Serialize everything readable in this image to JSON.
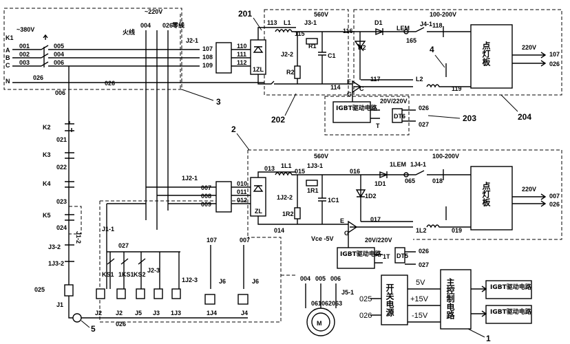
{
  "ac_source": {
    "three_phase": "~380V",
    "single_phase": "~220V",
    "live": "火线",
    "neutral": "零线",
    "live_no": "004",
    "neutral_no": "026",
    "breaker": "K1",
    "phases": [
      "A",
      "B",
      "C",
      "N"
    ],
    "phase_in": [
      "001",
      "002",
      "003"
    ],
    "phase_out": [
      "005",
      "004",
      "006"
    ],
    "neutral_wire": "026",
    "bus_label": "026",
    "down_wire": "006"
  },
  "unit1": {
    "contactor": "J2-1",
    "contactor_wires": [
      "107",
      "108",
      "109"
    ],
    "rect_in": [
      "110",
      "111",
      "112"
    ],
    "rectifier": "1ZL",
    "dc_voltage": "560V",
    "dc_top": "113",
    "inductor": "L1",
    "wire115": "115",
    "relay": "J3-1",
    "resistor1": "R1",
    "contact": "J2-2",
    "resistor2": "R2",
    "cap": "C1",
    "dc_wire": "116",
    "diode1": "D1",
    "lem": "LEM",
    "diode2": "D2",
    "lem_wire": "165",
    "relay4": "J4-1",
    "wire118": "118",
    "output_range": "100-200V",
    "lamp_board": "点灯板",
    "lamp_out": "220V",
    "lamp_wires": [
      "107",
      "026"
    ],
    "wire114": "114",
    "wire117": "117",
    "inductor2": "L2",
    "wire119": "119",
    "gate": "G",
    "emitter": "E",
    "collector": "C",
    "igbt_drive": "IGBT驱动电路",
    "xfmr": "20V/220V",
    "xfmr_t": "T",
    "dt": "DT6",
    "drive_wires": [
      "026",
      "027"
    ]
  },
  "unit2": {
    "contactor": "1J2-1",
    "contactor_wires": [
      "007",
      "008",
      "009"
    ],
    "rect_in": [
      "010",
      "011",
      "012"
    ],
    "rectifier": "ZL",
    "dc_voltage": "560V",
    "dc_top": "013",
    "inductor": "1L1",
    "wire015": "015",
    "relay": "1J3-1",
    "resistor1": "1R1",
    "contact": "1J2-2",
    "resistor2": "1R2",
    "cap": "1C1",
    "dc_wire": "016",
    "diode1": "1D1",
    "lem": "1LEM",
    "diode2": "1D2",
    "lem_wire": "065",
    "relay4": "1J4-1",
    "wire018": "018",
    "output_range": "100-200V",
    "lamp_board": "点灯板",
    "lamp_out": "220V",
    "lamp_wires": [
      "007",
      "026"
    ],
    "wire014": "014",
    "wire017": "017",
    "inductor2": "1L2",
    "wire019": "019",
    "gate": "G",
    "emitter": "E",
    "vce": "Vce -5V",
    "igbt_drive": "IGBT驱动电路",
    "xfmr": "20V/220V",
    "xfmr_t": "1T",
    "dt": "DT5",
    "drive_wires": [
      "026",
      "027"
    ]
  },
  "callouts": {
    "c201": "201",
    "c202": "202",
    "c203": "203",
    "c204": "204",
    "c2": "2",
    "c3": "3",
    "c4": "4",
    "c5": "5",
    "c1": "1"
  },
  "control": {
    "k2": "K2",
    "k3": "K3",
    "k4": "K4",
    "k5": "K5",
    "w021": "021",
    "w022": "022",
    "w023": "023",
    "w024": "024",
    "w025": "025",
    "j12": "J1-2",
    "j11": "J1-1",
    "w027": "027",
    "j32": "J3-2",
    "j132": "1J3-2",
    "ks": [
      "KS1",
      "1KS1",
      "KS2"
    ],
    "j23": "J2-3",
    "j123": "1J2-3",
    "j1": "J1",
    "w107": "107",
    "w007": "007",
    "j6a": "J6",
    "j6b": "J6",
    "coils": [
      "J2",
      "J2",
      "J5",
      "J3",
      "1J3"
    ],
    "w026": "026",
    "j14": "1J4",
    "j4": "J4"
  },
  "motor": {
    "wires": [
      "004",
      "005",
      "006"
    ],
    "phase_nos": [
      "061",
      "062",
      "063"
    ],
    "j51": "J5-1",
    "symbol": "M"
  },
  "power_supply": {
    "label": "开关电源",
    "v5": "5V",
    "v15p": "+15V",
    "v15n": "-15V",
    "in1": "025",
    "in2": "026"
  },
  "main_controller": {
    "label": "主控制电路",
    "igbt1": "IGBT驱动电路",
    "igbt2": "IGBT驱动电路"
  }
}
